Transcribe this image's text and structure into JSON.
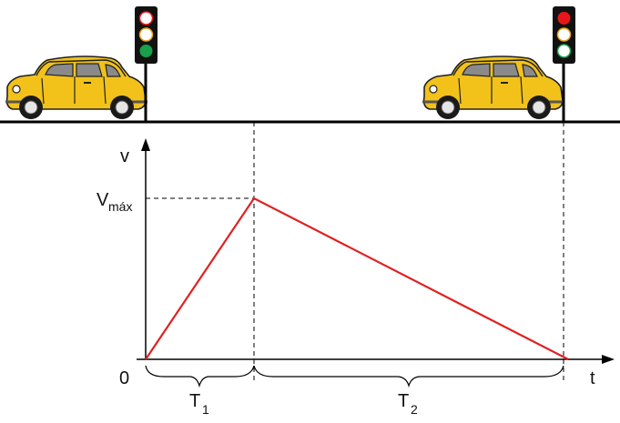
{
  "labels": {
    "v_axis": "v",
    "t_axis": "t",
    "origin": "0",
    "vmax_main": "V",
    "vmax_sub": "máx",
    "t1_main": "T",
    "t1_sub": "1",
    "t2_main": "T",
    "t2_sub": "2"
  },
  "traffic_lights": [
    {
      "name": "left",
      "lamps": [
        "white",
        "white",
        "green"
      ]
    },
    {
      "name": "right",
      "lamps": [
        "red",
        "white",
        "white"
      ]
    }
  ],
  "colors": {
    "velocity_line": "#e02020",
    "car_body": "#f2c21b",
    "car_roof": "#f2c21b",
    "lamp_red": "#e8161b",
    "lamp_green": "#18a04a",
    "lamp_white": "#ffffff",
    "light_housing": "#111111"
  },
  "chart_data": {
    "type": "line",
    "series": [
      {
        "x": [
          0,
          1,
          3.9
        ],
        "y": [
          0,
          1,
          0
        ]
      }
    ],
    "x_ticks": [
      "0"
    ],
    "y_ticks": [
      "Vmáx"
    ],
    "xlabel": "t",
    "ylabel": "v",
    "annotations": [
      "T1",
      "T2"
    ]
  }
}
